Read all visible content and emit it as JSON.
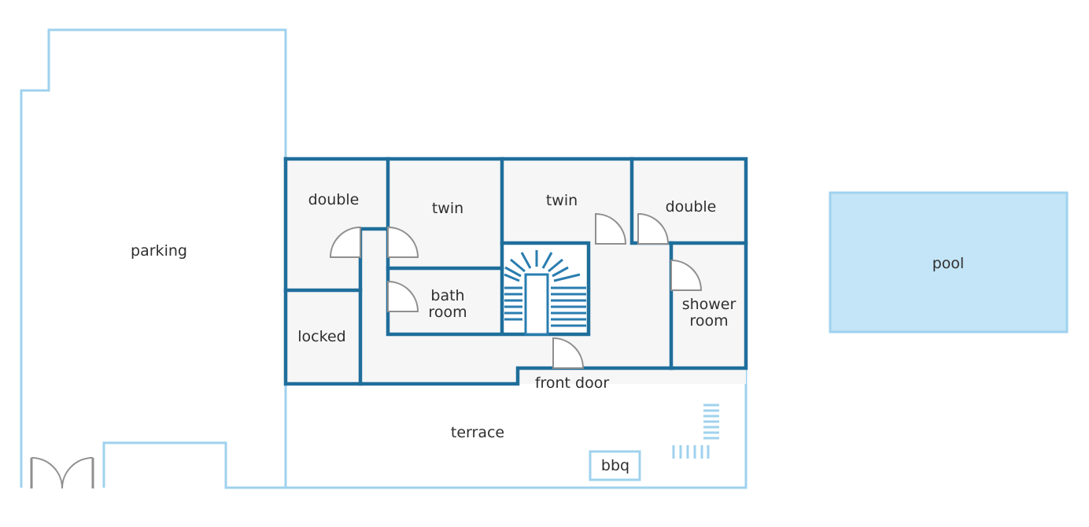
{
  "labels": {
    "parking": "parking",
    "double_left": "double",
    "twin_left": "twin",
    "twin_right": "twin",
    "double_right": "double",
    "bath_line1": "bath",
    "bath_line2": "room",
    "locked": "locked",
    "shower_line1": "shower",
    "shower_line2": "room",
    "front_door": "front door",
    "terrace": "terrace",
    "bbq": "bbq",
    "pool": "pool"
  },
  "colors": {
    "outline_light": "#9fd2ee",
    "wall_dark": "#1f6e9b",
    "room_fill": "#f6f6f6",
    "pool_fill": "#c4e5f7",
    "door_gray": "#8f8f8f"
  }
}
